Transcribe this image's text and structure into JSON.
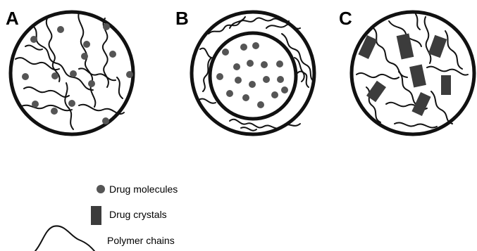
{
  "panels": [
    {
      "label": "A"
    },
    {
      "label": "B"
    },
    {
      "label": "C"
    }
  ],
  "legend": {
    "molecules": "Drug molecules",
    "crystals": "Drug crystals",
    "polymer": "Polymer chains"
  },
  "colors": {
    "outline": "#111111",
    "particle": "#555555",
    "crystal": "#3c3c3c",
    "background": "#ffffff"
  }
}
